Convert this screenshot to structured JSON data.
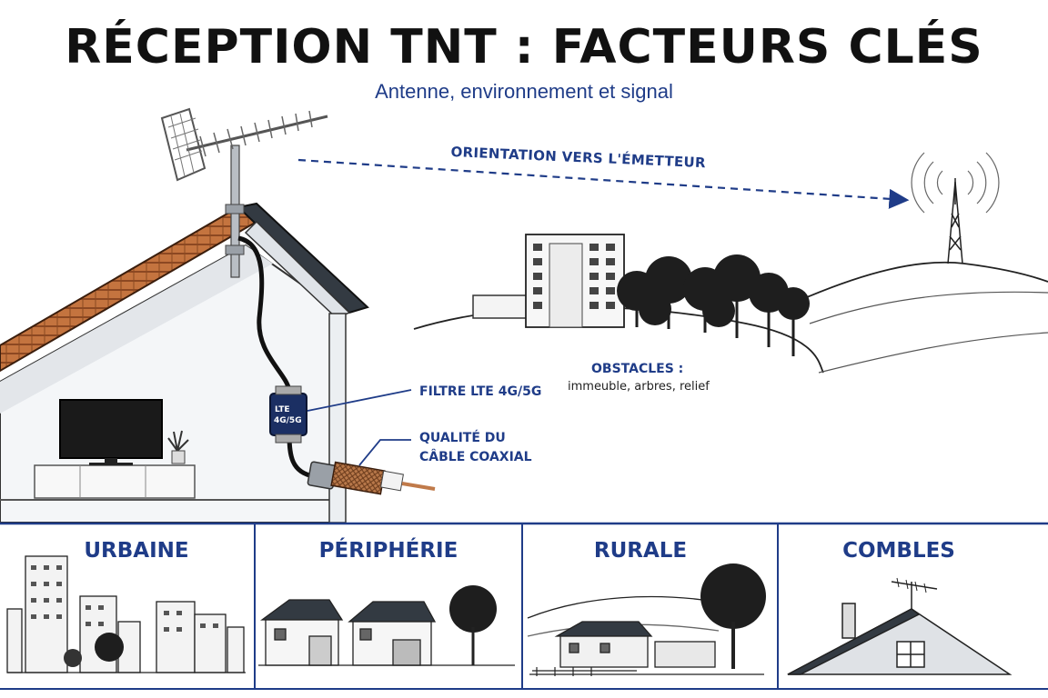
{
  "header": {
    "title": "RÉCEPTION TNT : FACTEURS CLÉS",
    "subtitle": "Antenne, environnement et signal"
  },
  "scene": {
    "orientation_label": "ORIENTATION VERS L'ÉMETTEUR",
    "obstacles_title": "OBSTACLES :",
    "obstacles_detail": "immeuble, arbres, relief",
    "filter_label": "FILTRE LTE 4G/5G",
    "filter_box_line1": "LTE",
    "filter_box_line2": "4G/5G",
    "cable_label_line1": "QUALITÉ DU",
    "cable_label_line2": "CÂBLE COAXIAL"
  },
  "panels": [
    {
      "title": "URBAINE"
    },
    {
      "title": "PÉRIPHÉRIE"
    },
    {
      "title": "RURALE"
    },
    {
      "title": "COMBLES"
    }
  ],
  "colors": {
    "accent": "#1f3c88",
    "roof_tile": "#b5622e",
    "coax_copper": "#c07a4a"
  }
}
